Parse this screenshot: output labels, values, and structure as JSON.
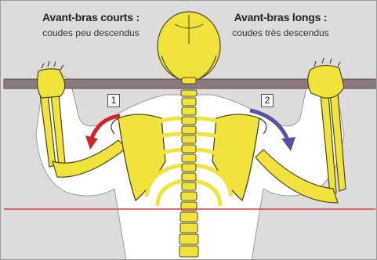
{
  "left_caption": {
    "title": "Avant-bras courts :",
    "subtitle": "coudes peu descendus",
    "label": "1"
  },
  "right_caption": {
    "title": "Avant-bras longs :",
    "subtitle": "coudes très descendus",
    "label": "2"
  },
  "colors": {
    "background": "#dcdcdc",
    "bone": "#f2e33c",
    "bone_outline": "#4a4a1a",
    "skin": "#ffffff",
    "bar": "#8a7a7e",
    "arrow_left": "#d2232a",
    "arrow_right": "#5a4fa0",
    "reference_line": "#d83a4a"
  }
}
